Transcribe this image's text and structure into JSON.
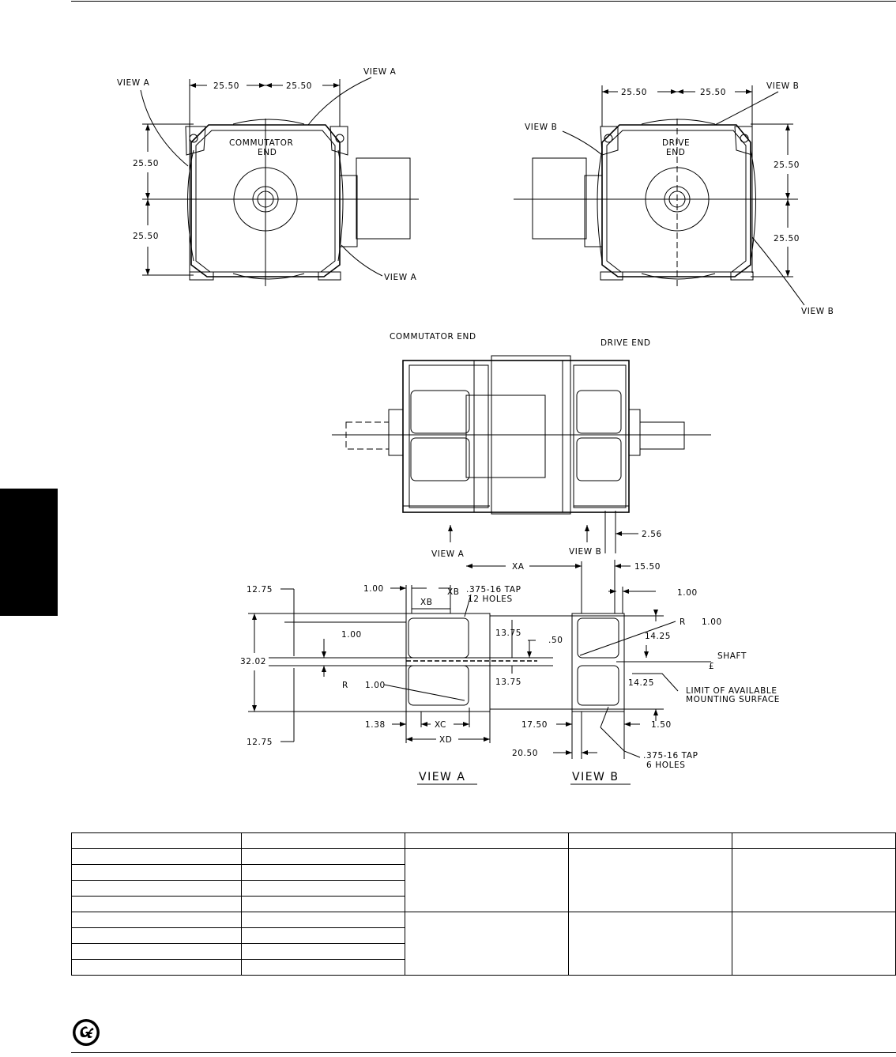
{
  "top_left_view": {
    "title_line1": "COMMUTATOR",
    "title_line2": "END",
    "dim_h_left": "25.50",
    "dim_h_right": "25.50",
    "dim_v_top": "25.50",
    "dim_v_bottom": "25.50",
    "callout_view_a_left": "VIEW A",
    "callout_view_a_top": "VIEW A",
    "callout_view_a_bottom": "VIEW A"
  },
  "top_right_view": {
    "title_line1": "DRIVE",
    "title_line2": "END",
    "dim_h_left": "25.50",
    "dim_h_right": "25.50",
    "dim_v_top": "25.50",
    "dim_v_bottom": "25.50",
    "callout_view_b_left": "VIEW B",
    "callout_view_b_top": "VIEW B",
    "callout_view_b_bottom": "VIEW B"
  },
  "side_view": {
    "label_commutator_end": "COMMUTATOR END",
    "label_drive_end": "DRIVE END",
    "arrow_view_a": "VIEW A",
    "arrow_view_b": "VIEW B",
    "dim_256": "2.56"
  },
  "bottom_views": {
    "dim_xa": "XA",
    "dim_1550": "15.50",
    "dim_100_right": "1.00",
    "dim_1275_top": "12.75",
    "dim_100_top": "1.00",
    "dim_xb_a": "XB",
    "dim_xb_b": "XB",
    "tap_12_line1": ".375-16 TAP",
    "tap_12_line2": "12 HOLES",
    "dim_100_left": "1.00",
    "dim_3202": "32.02",
    "dim_1375_a": "13.75",
    "dim_050": ".50",
    "dim_1375_b": "13.75",
    "r_left": "R",
    "r_left_val": "1.00",
    "r_right": "R",
    "r_right_val": "1.00",
    "dim_1425_a": "14.25",
    "dim_1425_b": "14.25",
    "shaft": "SHAFT",
    "shaft_cl": "£",
    "limit_line1": "LIMIT OF AVAILABLE",
    "limit_line2": "MOUNTING SURFACE",
    "dim_138": "1.38",
    "dim_xc": "XC",
    "dim_xd": "XD",
    "dim_1750": "17.50",
    "dim_150": "1.50",
    "dim_2050": "20.50",
    "dim_1275_bottom": "12.75",
    "tap_6_line1": ".375-16 TAP",
    "tap_6_line2": "6 HOLES",
    "view_a_title": "VIEW A",
    "view_b_title": "VIEW B"
  }
}
